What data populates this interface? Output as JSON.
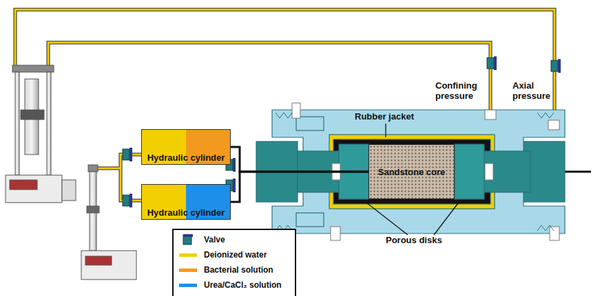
{
  "diagram": {
    "nodes": [
      {
        "text": [
          "Hydraulic cylinder"
        ]
      },
      {
        "text": [
          "Hydraulic cylinder"
        ]
      },
      {
        "text": [
          "Sandstone core"
        ]
      }
    ],
    "edges": [
      {
        "from": 0,
        "to": 2,
        "arrow": "none"
      },
      {
        "from": 1,
        "to": 2,
        "arrow": "none"
      }
    ],
    "labels": [
      "Rubber jacket",
      "Confining pressure",
      "Axial pressure",
      "Porous disks"
    ],
    "legend": [
      {
        "text": "Valve"
      },
      {
        "text": "Deionized water",
        "color": "#f2cf00"
      },
      {
        "text": "Bacterial solution",
        "color": "#f39a1e"
      },
      {
        "text": "Urea/CaCl₂ solution",
        "color": "#1e8fe8"
      }
    ]
  }
}
